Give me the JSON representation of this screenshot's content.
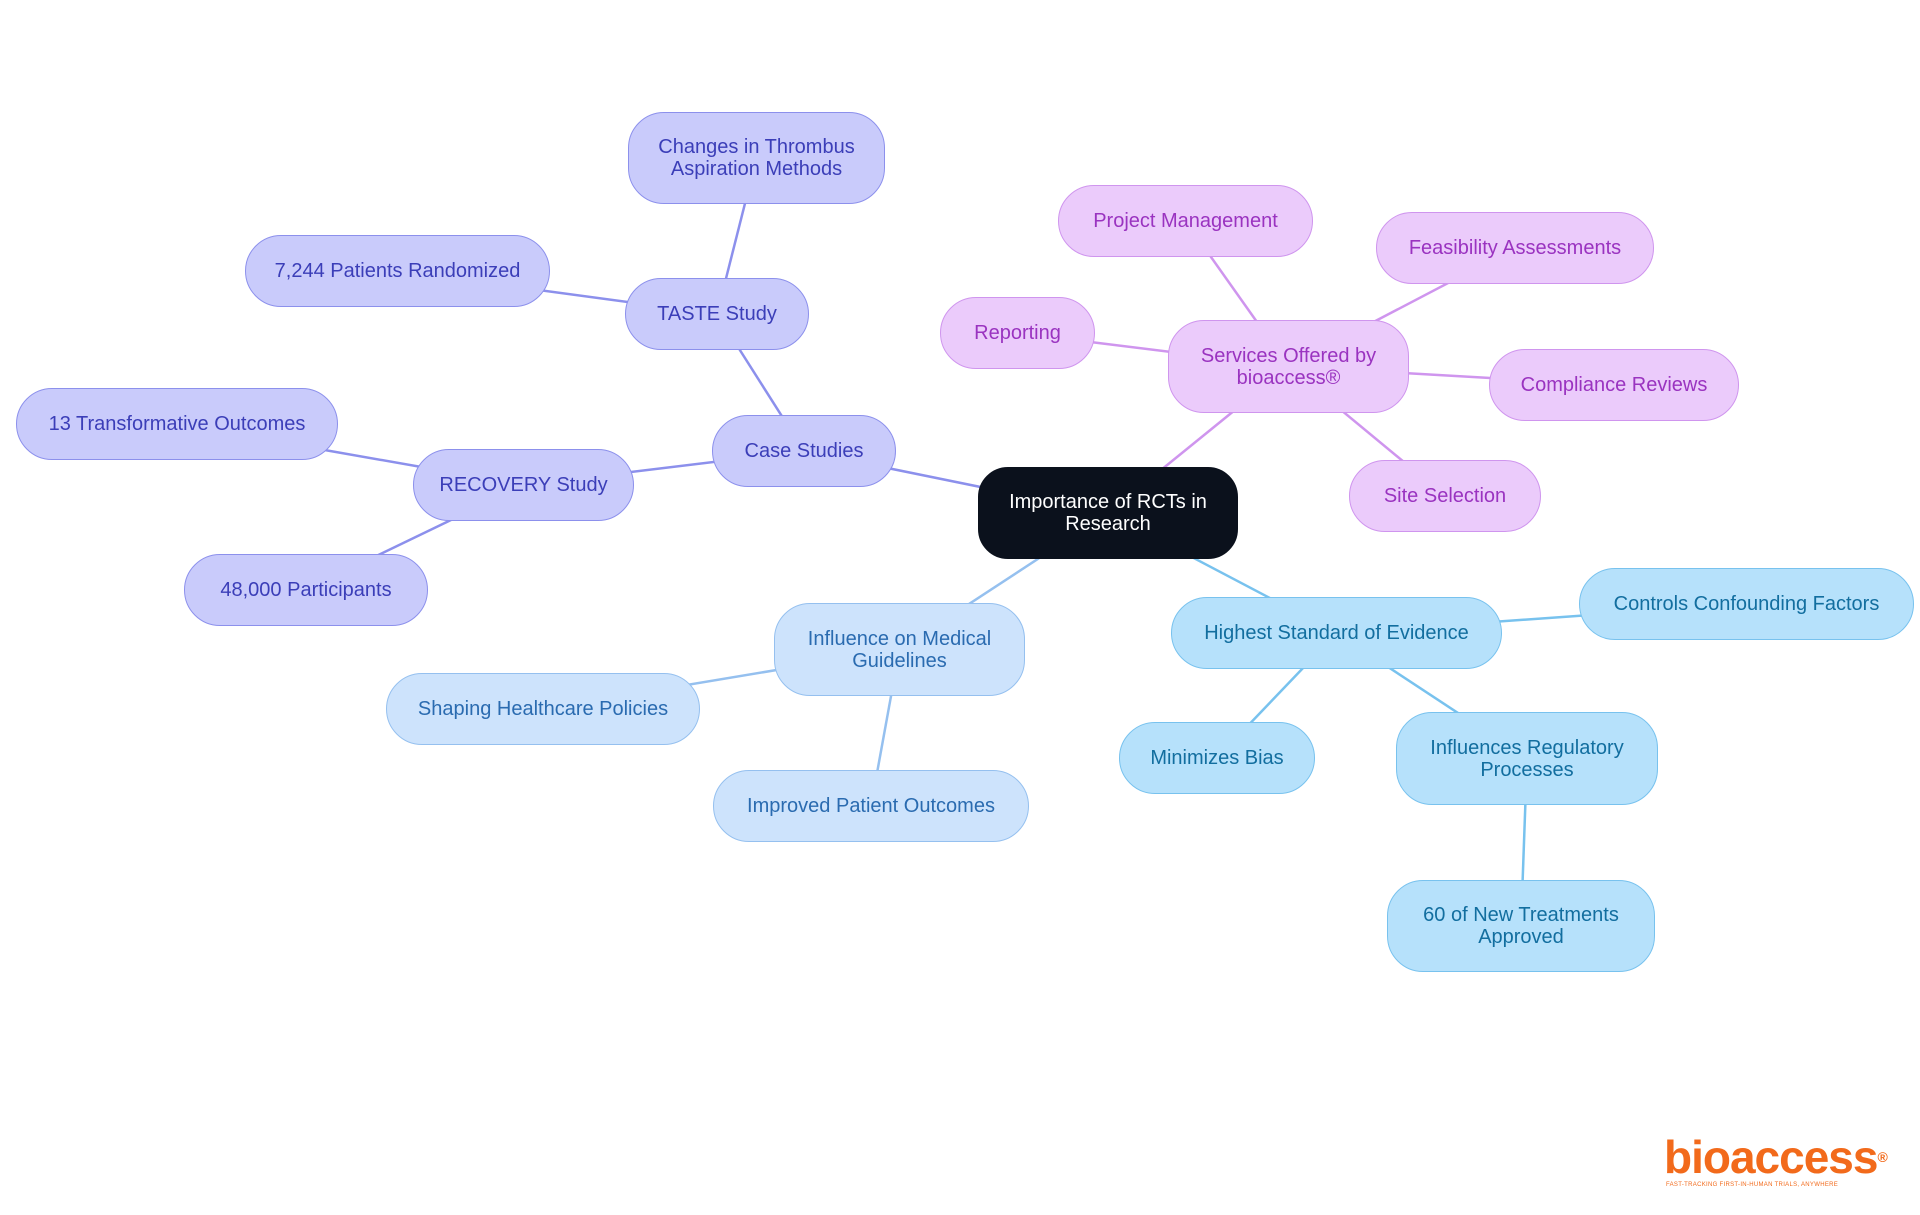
{
  "mindmap": {
    "root": {
      "label": "Importance of RCTs in Research"
    },
    "branches": [
      {
        "label": "Case Studies",
        "color": "#8c90ec",
        "children": [
          {
            "label": "TASTE Study",
            "children": [
              {
                "label": "Changes in Thrombus Aspiration Methods"
              },
              {
                "label": "7,244 Patients Randomized"
              }
            ]
          },
          {
            "label": "RECOVERY Study",
            "children": [
              {
                "label": "13 Transformative Outcomes"
              },
              {
                "label": "48,000 Participants"
              }
            ]
          }
        ]
      },
      {
        "label": "Services Offered by bioaccess®",
        "color": "#cf95ee",
        "children": [
          {
            "label": "Project Management"
          },
          {
            "label": "Feasibility Assessments"
          },
          {
            "label": "Reporting"
          },
          {
            "label": "Compliance Reviews"
          },
          {
            "label": "Site Selection"
          }
        ]
      },
      {
        "label": "Influence on Medical Guidelines",
        "color": "#95c0ef",
        "children": [
          {
            "label": "Shaping Healthcare Policies"
          },
          {
            "label": "Improved Patient Outcomes"
          }
        ]
      },
      {
        "label": "Highest Standard of Evidence",
        "color": "#78c2ee",
        "children": [
          {
            "label": "Controls Confounding Factors"
          },
          {
            "label": "Minimizes Bias"
          },
          {
            "label": "Influences Regulatory Processes",
            "children": [
              {
                "label": "60 of New Treatments Approved"
              }
            ]
          }
        ]
      }
    ]
  },
  "logo": {
    "text": "bioaccess",
    "mark": "®",
    "tagline": "FAST-TRACKING FIRST-IN-HUMAN TRIALS, ANYWHERE",
    "color": "#f26a1b"
  }
}
